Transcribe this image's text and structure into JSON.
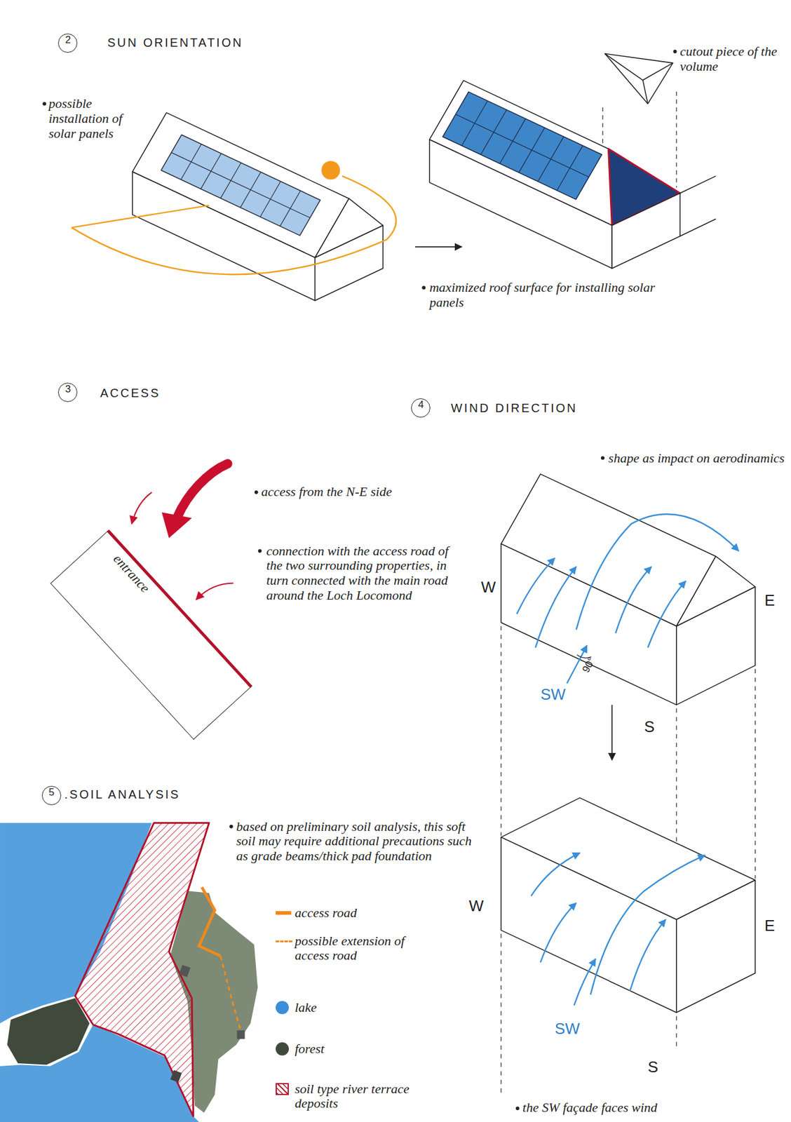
{
  "diagram": {
    "nodes": [
      {
        "text": [
          "entrance"
        ]
      }
    ],
    "labels": [
      "2",
      "SUN ORIENTATION",
      "possible installation of solar panels",
      "cutout piece of the volume",
      "maximized roof surface for installing solar panels",
      "3",
      "ACCESS",
      "access from the N-E side",
      "connection with the access road of the two surrounding properties, in turn connected with the main road around the Loch Locomond",
      "4",
      "WIND DIRECTION",
      "shape as impact on aerodinamics",
      "W",
      "E",
      "SW",
      "90°",
      "S",
      "W",
      "E",
      "SW",
      "5",
      ".SOIL ANALYSIS",
      "based on preliminary soil analysis, this soft soil may require additional precautions such as grade beams/thick pad foundation",
      "S",
      "the SW façade faces wind"
    ],
    "legend": [
      {
        "text": "access road",
        "color": "#f08a1c"
      },
      {
        "text": "possible extension of access road"
      },
      {
        "text": "lake",
        "color": "#3a8fd8"
      },
      {
        "text": "forest",
        "color": "#3f4a3c"
      },
      {
        "text": "soil type river terrace deposits"
      }
    ]
  }
}
